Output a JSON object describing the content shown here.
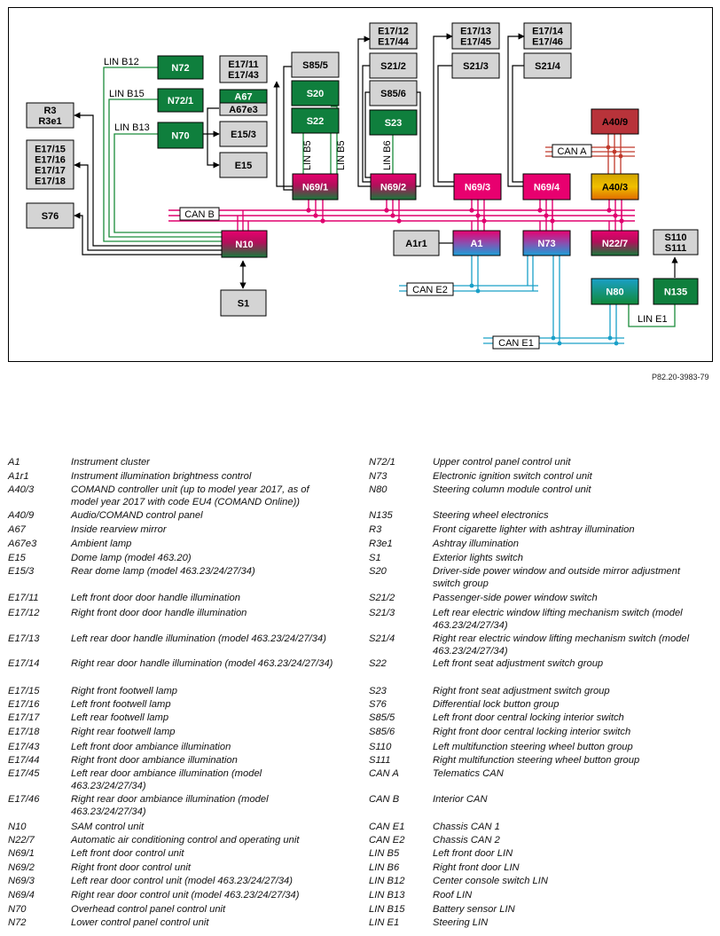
{
  "figure_ref": "P82.20-3983-79",
  "colors": {
    "can_b": "#e0006f",
    "can_a": "#c0392b",
    "can_e": "#1aa0c8",
    "lin": "#1a8c3a",
    "green_unit": "#0f7f3d",
    "grey_unit": "#d4d4d4"
  },
  "boxes": [
    {
      "id": "N72",
      "lines": [
        "N72"
      ],
      "kind": "green"
    },
    {
      "id": "N72/1",
      "lines": [
        "N72/1"
      ],
      "kind": "green"
    },
    {
      "id": "A67",
      "lines": [
        "A67"
      ],
      "kind": "green"
    },
    {
      "id": "A67e3",
      "lines": [
        "A67e3"
      ],
      "kind": "grey"
    },
    {
      "id": "N70",
      "lines": [
        "N70"
      ],
      "kind": "green"
    },
    {
      "id": "E17/11",
      "lines": [
        "E17/11",
        "E17/43"
      ],
      "kind": "grey"
    },
    {
      "id": "E15/3",
      "lines": [
        "E15/3"
      ],
      "kind": "grey"
    },
    {
      "id": "E15",
      "lines": [
        "E15"
      ],
      "kind": "grey"
    },
    {
      "id": "R3",
      "lines": [
        "R3",
        "R3e1"
      ],
      "kind": "grey"
    },
    {
      "id": "E17/15",
      "lines": [
        "E17/15",
        "E17/16",
        "E17/17",
        "E17/18"
      ],
      "kind": "grey"
    },
    {
      "id": "S76",
      "lines": [
        "S76"
      ],
      "kind": "grey"
    },
    {
      "id": "S85/5",
      "lines": [
        "S85/5"
      ],
      "kind": "grey"
    },
    {
      "id": "S20",
      "lines": [
        "S20"
      ],
      "kind": "green"
    },
    {
      "id": "S22",
      "lines": [
        "S22"
      ],
      "kind": "green"
    },
    {
      "id": "E17/12",
      "lines": [
        "E17/12",
        "E17/44"
      ],
      "kind": "grey"
    },
    {
      "id": "S21/2",
      "lines": [
        "S21/2"
      ],
      "kind": "grey"
    },
    {
      "id": "S85/6",
      "lines": [
        "S85/6"
      ],
      "kind": "grey"
    },
    {
      "id": "S23",
      "lines": [
        "S23"
      ],
      "kind": "green"
    },
    {
      "id": "E17/13",
      "lines": [
        "E17/13",
        "E17/45"
      ],
      "kind": "grey"
    },
    {
      "id": "S21/3",
      "lines": [
        "S21/3"
      ],
      "kind": "grey"
    },
    {
      "id": "E17/14",
      "lines": [
        "E17/14",
        "E17/46"
      ],
      "kind": "grey"
    },
    {
      "id": "S21/4",
      "lines": [
        "S21/4"
      ],
      "kind": "grey"
    },
    {
      "id": "A40/9",
      "lines": [
        "A40/9"
      ],
      "kind": "red"
    },
    {
      "id": "N69/1",
      "lines": [
        "N69/1"
      ],
      "kind": "pinkgreen"
    },
    {
      "id": "N69/2",
      "lines": [
        "N69/2"
      ],
      "kind": "pinkgreen"
    },
    {
      "id": "N69/3",
      "lines": [
        "N69/3"
      ],
      "kind": "pink"
    },
    {
      "id": "N69/4",
      "lines": [
        "N69/4"
      ],
      "kind": "pink"
    },
    {
      "id": "A40/3",
      "lines": [
        "A40/3"
      ],
      "kind": "orange"
    },
    {
      "id": "N10",
      "lines": [
        "N10"
      ],
      "kind": "pinkgreen"
    },
    {
      "id": "A1r1",
      "lines": [
        "A1r1"
      ],
      "kind": "grey"
    },
    {
      "id": "A1",
      "lines": [
        "A1"
      ],
      "kind": "pinkblue"
    },
    {
      "id": "N73",
      "lines": [
        "N73"
      ],
      "kind": "pinkblue"
    },
    {
      "id": "N22/7",
      "lines": [
        "N22/7"
      ],
      "kind": "pinkgreen"
    },
    {
      "id": "S110",
      "lines": [
        "S110",
        "S111"
      ],
      "kind": "grey"
    },
    {
      "id": "N80",
      "lines": [
        "N80"
      ],
      "kind": "bluegreen"
    },
    {
      "id": "N135",
      "lines": [
        "N135"
      ],
      "kind": "green"
    },
    {
      "id": "S1",
      "lines": [
        "S1"
      ],
      "kind": "grey"
    }
  ],
  "bus_labels": {
    "can_b": "CAN B",
    "can_a": "CAN A",
    "can_e2": "CAN E2",
    "can_e1": "CAN E1",
    "lin_b12": "LIN B12",
    "lin_b15": "LIN B15",
    "lin_b13": "LIN B13",
    "lin_b5_left": "LIN B5",
    "lin_b5_right": "LIN B5",
    "lin_b6": "LIN B6",
    "lin_e1": "LIN E1"
  },
  "legend_left": [
    {
      "code": "A1",
      "desc": "Instrument cluster"
    },
    {
      "code": "A1r1",
      "desc": "Instrument illumination brightness control"
    },
    {
      "code": "A40/3",
      "desc": "COMAND controller unit (up to model year 2017, as of model year 2017 with code EU4 (COMAND Online))"
    },
    {
      "code": "A40/9",
      "desc": "Audio/COMAND control panel"
    },
    {
      "code": "A67",
      "desc": "Inside rearview mirror"
    },
    {
      "code": "A67e3",
      "desc": "Ambient lamp"
    },
    {
      "code": "E15",
      "desc": "Dome lamp (model 463.20)"
    },
    {
      "code": "E15/3",
      "desc": "Rear dome lamp (model 463.23/24/27/34)"
    },
    {
      "code": "E17/11",
      "desc": "Left front door door handle illumination"
    },
    {
      "code": "E17/12",
      "desc": "Right front door door handle illumination"
    },
    {
      "code": "E17/13",
      "desc": "Left rear door handle illumination (model 463.23/24/27/34)"
    },
    {
      "code": "E17/14",
      "desc": "Right rear door handle illumination (model 463.23/24/27/34)"
    },
    {
      "code": "E17/15",
      "desc": "Right front footwell lamp"
    },
    {
      "code": "E17/16",
      "desc": "Left front footwell lamp"
    },
    {
      "code": "E17/17",
      "desc": "Left rear footwell lamp"
    },
    {
      "code": "E17/18",
      "desc": "Right rear footwell lamp"
    },
    {
      "code": "E17/43",
      "desc": "Left front door ambiance illumination"
    },
    {
      "code": "E17/44",
      "desc": "Right front door ambiance illumination"
    },
    {
      "code": "E17/45",
      "desc": "Left rear door ambiance illumination (model 463.23/24/27/34)"
    },
    {
      "code": "E17/46",
      "desc": "Right rear door ambiance illumination (model 463.23/24/27/34)"
    },
    {
      "code": "N10",
      "desc": "SAM control unit"
    },
    {
      "code": "N22/7",
      "desc": "Automatic air conditioning control and operating unit"
    },
    {
      "code": "N69/1",
      "desc": "Left front door control unit"
    },
    {
      "code": "N69/2",
      "desc": "Right front door control unit"
    },
    {
      "code": "N69/3",
      "desc": "Left rear door control unit (model 463.23/24/27/34)"
    },
    {
      "code": "N69/4",
      "desc": "Right rear door control unit (model 463.23/24/27/34)"
    },
    {
      "code": "N70",
      "desc": "Overhead control panel control unit"
    },
    {
      "code": "N72",
      "desc": "Lower control panel control unit"
    }
  ],
  "legend_right": [
    {
      "code": "N72/1",
      "desc": "Upper control panel control unit"
    },
    {
      "code": "N73",
      "desc": "Electronic ignition switch control unit"
    },
    {
      "code": "N80",
      "desc": "Steering column module control unit"
    },
    {
      "code": "N135",
      "desc": "Steering wheel electronics"
    },
    {
      "code": "R3",
      "desc": "Front cigarette lighter with ashtray illumination"
    },
    {
      "code": "R3e1",
      "desc": "Ashtray illumination"
    },
    {
      "code": "S1",
      "desc": "Exterior lights switch"
    },
    {
      "code": "S20",
      "desc": "Driver-side power window and outside mirror adjustment switch group"
    },
    {
      "code": "S21/2",
      "desc": "Passenger-side power window switch"
    },
    {
      "code": "S21/3",
      "desc": "Left rear electric window lifting mechanism switch (model 463.23/24/27/34)"
    },
    {
      "code": "S21/4",
      "desc": "Right rear electric window lifting mechanism switch (model 463.23/24/27/34)"
    },
    {
      "code": "S22",
      "desc": "Left front seat adjustment switch group"
    },
    {
      "code": "S23",
      "desc": "Right front seat adjustment switch group"
    },
    {
      "code": "S76",
      "desc": "Differential lock button group"
    },
    {
      "code": "S85/5",
      "desc": "Left front door central locking interior switch"
    },
    {
      "code": "S85/6",
      "desc": "Right front door central locking interior switch"
    },
    {
      "code": "S110",
      "desc": "Left multifunction steering wheel button group"
    },
    {
      "code": "S111",
      "desc": "Right multifunction steering wheel button group"
    },
    {
      "code": "CAN A",
      "desc": "Telematics CAN"
    },
    {
      "code": "CAN B",
      "desc": "Interior CAN"
    },
    {
      "code": "CAN E1",
      "desc": "Chassis CAN 1"
    },
    {
      "code": "CAN E2",
      "desc": "Chassis CAN 2"
    },
    {
      "code": "LIN B5",
      "desc": "Left front door LIN"
    },
    {
      "code": "LIN B6",
      "desc": "Right front door LIN"
    },
    {
      "code": "LIN B12",
      "desc": "Center console switch LIN"
    },
    {
      "code": "LIN B13",
      "desc": "Roof LIN"
    },
    {
      "code": "LIN B15",
      "desc": "Battery sensor LIN"
    },
    {
      "code": "LIN E1",
      "desc": "Steering LIN"
    }
  ]
}
